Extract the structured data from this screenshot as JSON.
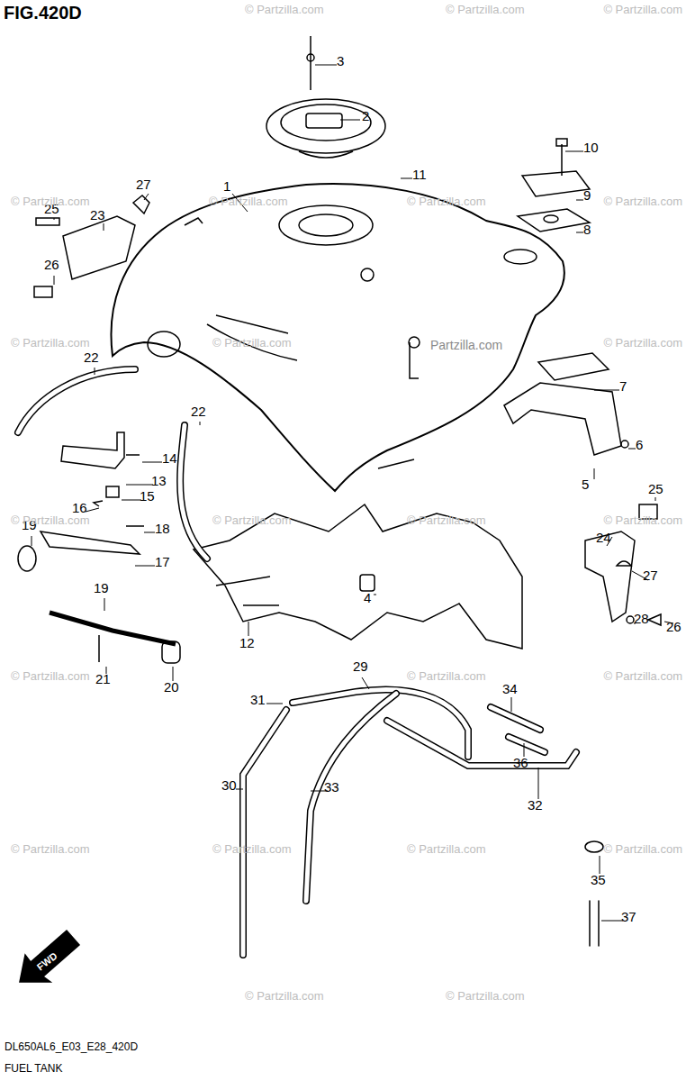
{
  "diagram": {
    "title": "FIG.420D",
    "labels": [
      "3",
      "2",
      "10",
      "11",
      "27",
      "1",
      "9",
      "25",
      "23",
      "8",
      "26",
      "22",
      "7",
      "22",
      "6",
      "14",
      "13",
      "5",
      "15",
      "25",
      "16",
      "18",
      "19",
      "17",
      "24",
      "27",
      "4",
      "19",
      "28",
      "26",
      "12",
      "29",
      "21",
      "20",
      "34",
      "31",
      "36",
      "30",
      "33",
      "32",
      "35",
      "37",
      "FWD",
      "DL650AL6_E03_E28_420D",
      "FUEL TANK",
      "© Partzilla.com",
      "© Partzilla.com",
      "© Partzilla.com",
      "© Partzilla.com",
      "© Partzilla.com",
      "© Partzilla.com",
      "© Partzilla.com",
      "© Partzilla.com",
      "© Partzilla.com",
      "Partzilla.com",
      "© Partzilla.com",
      "© Partzilla.com",
      "© Partzilla.com",
      "© Partzilla.com",
      "© Partzilla.com",
      "© Partzilla.com",
      "© Partzilla.com",
      "© Partzilla.com",
      "© Partzilla.com",
      "© Partzilla.com",
      "© Partzilla.com",
      "© Partzilla.com",
      "© Partzilla.com",
      "© Partzilla.com"
    ]
  }
}
